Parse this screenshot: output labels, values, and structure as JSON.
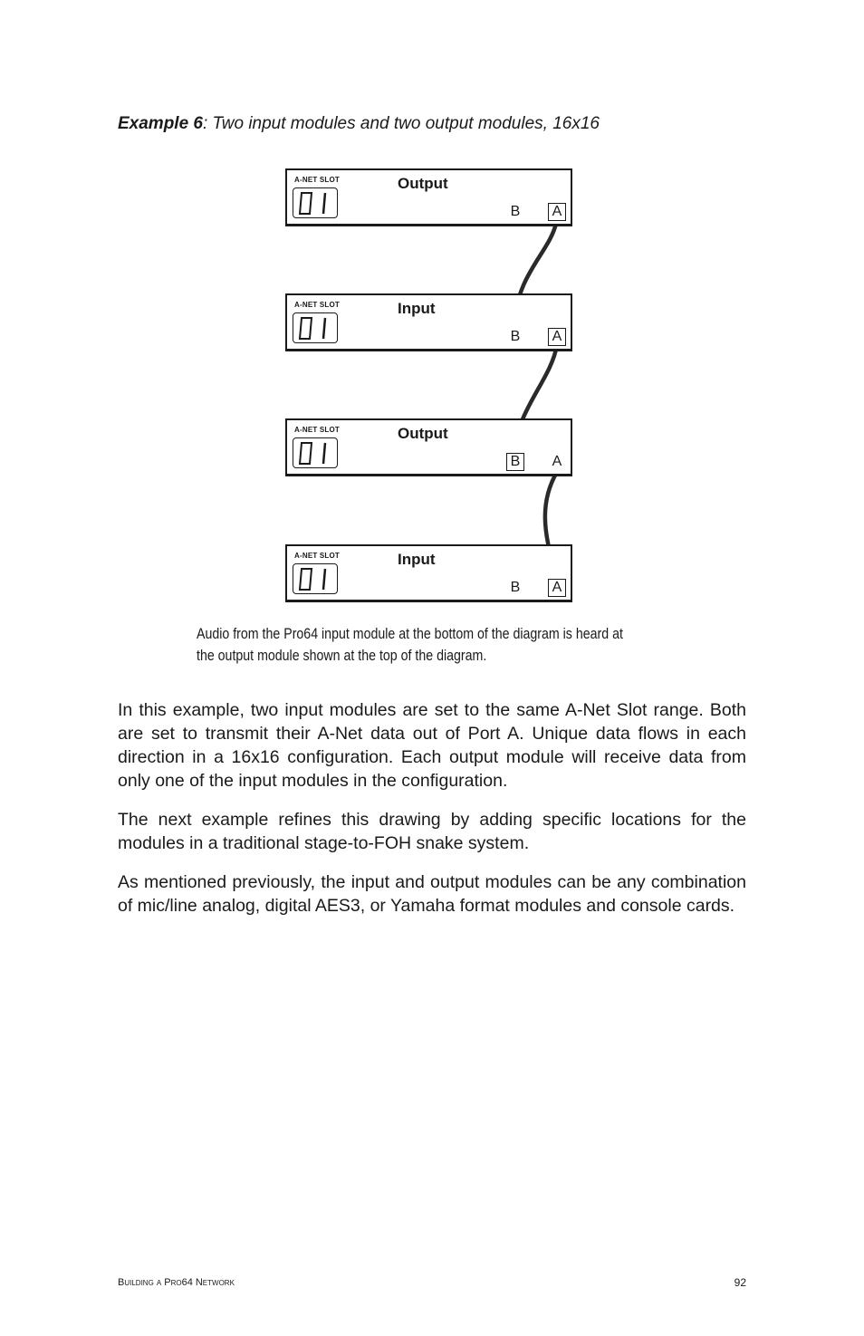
{
  "heading": {
    "bold": "Example 6",
    "rest": ":  Two input modules and two output modules, 16x16"
  },
  "modules": [
    {
      "slot_label": "A-NET SLOT",
      "display": "01",
      "type": "Output",
      "port_b": "B",
      "port_a": "A",
      "boxed_port": "A"
    },
    {
      "slot_label": "A-NET SLOT",
      "display": "01",
      "type": "Input",
      "port_b": "B",
      "port_a": "A",
      "boxed_port": "A"
    },
    {
      "slot_label": "A-NET SLOT",
      "display": "01",
      "type": "Output",
      "port_b": "B",
      "port_a": "A",
      "boxed_port": "B"
    },
    {
      "slot_label": "A-NET SLOT",
      "display": "01",
      "type": "Input",
      "port_b": "B",
      "port_a": "A",
      "boxed_port": "A"
    }
  ],
  "caption": {
    "line1": "Audio from the Pro64 input module at the bottom of the diagram is heard at",
    "line2": "the output module shown at the top of the diagram."
  },
  "paragraphs": [
    "In this example, two input modules are set to the same A-Net Slot range. Both are set to transmit their A-Net data out of Port A. Unique data flows in each direction in a 16x16 configuration. Each output module will receive data from only one of the input modules in the configuration.",
    "The next example refines this drawing by adding specific locations for the modules in a traditional stage-to-FOH snake system.",
    "As mentioned previously, the input and output modules can be any combination of mic/line analog, digital AES3, or Yamaha format modules and console cards."
  ],
  "footer": {
    "section": "Building a Pro64 Network",
    "page_number": "92"
  }
}
